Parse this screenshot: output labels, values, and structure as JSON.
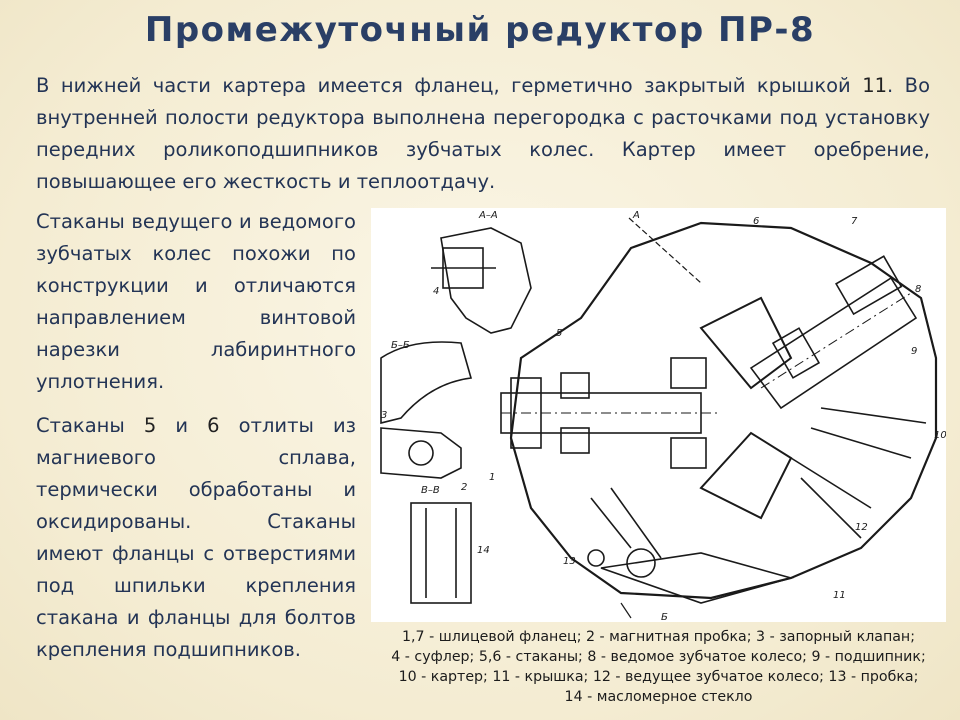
{
  "title": "Промежуточный редуктор ПР-8",
  "intro": {
    "before": "В нижней части картера имеется фланец, герметично закрытый крышкой ",
    "ref": "11",
    "after": ". Во внутренней полости редуктора выполнена перегородка с расточками под установку передних роликоподшипников зубчатых колес. Картер имеет оребрение, повышающее его жесткость и теплоотдачу."
  },
  "left": {
    "p1": "Стаканы ведущего и ведомого зубчатых колес похожи по конструкции и отличаются направлением винтовой нарезки лабиринтного уплотнения.",
    "p2_a": "Стаканы ",
    "p2_ref1": "5",
    "p2_b": " и ",
    "p2_ref2": "6",
    "p2_c": " отлиты из магниевого сплава, термически обработаны и оксидированы. Стаканы имеют фланцы с отверстиями под шпильки крепления стакана и фланцы для болтов крепления подшипников."
  },
  "figure": {
    "section_labels": [
      "А–А",
      "Б–Б",
      "В–В"
    ],
    "arrows": [
      "А",
      "Б"
    ],
    "callouts": [
      "1",
      "2",
      "3",
      "4",
      "5",
      "6",
      "7",
      "8",
      "9",
      "10",
      "11",
      "12",
      "13",
      "14"
    ]
  },
  "caption": [
    "1,7 - шлицевой фланец; 2 - магнитная пробка; 3 - запорный клапан;",
    "4 - суфлер; 5,6 - стаканы; 8 - ведомое зубчатое колесо; 9 - подшипник;",
    "10 - картер; 11 - крышка; 12 - ведущее зубчатое колесо; 13 - пробка;",
    "14 - масломерное стекло"
  ]
}
